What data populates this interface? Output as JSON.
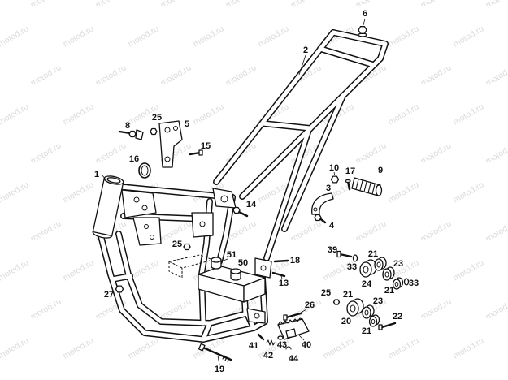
{
  "watermark": "motod.ru",
  "callouts": [
    "6",
    "2",
    "25",
    "5",
    "8",
    "15",
    "16",
    "1",
    "10",
    "17",
    "9",
    "3",
    "14",
    "4",
    "25",
    "39",
    "21",
    "18",
    "51",
    "33",
    "50",
    "23",
    "13",
    "24",
    "21",
    "33",
    "27",
    "25",
    "21",
    "26",
    "23",
    "20",
    "22",
    "21",
    "41",
    "43",
    "40",
    "42",
    "44",
    "19"
  ]
}
